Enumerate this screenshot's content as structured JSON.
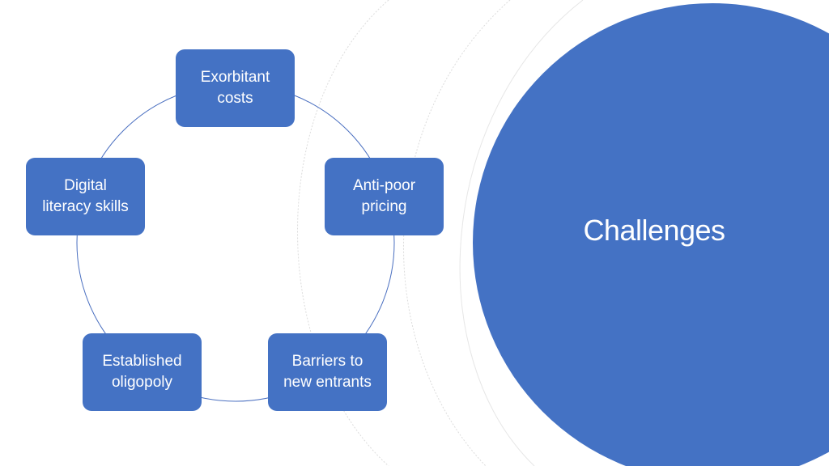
{
  "slide": {
    "title": "Challenges"
  },
  "cycle": {
    "nodes": [
      {
        "label": "Exorbitant\ncosts"
      },
      {
        "label": "Anti-poor\npricing"
      },
      {
        "label": "Barriers to\nnew entrants"
      },
      {
        "label": "Established\noligopoly"
      },
      {
        "label": "Digital\nliteracy skills"
      }
    ]
  },
  "colors": {
    "accent": "#4472c4",
    "connector": "#4a6fc0",
    "background": "#ffffff",
    "decorative_arc": "#dcdcdc",
    "text_on_accent": "#ffffff"
  }
}
